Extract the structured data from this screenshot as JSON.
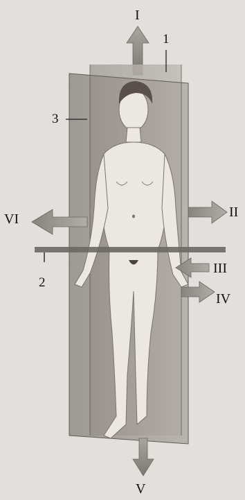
{
  "labels": {
    "axis_up": "I",
    "axis_right": "II",
    "axis_right_lower": "III",
    "axis_right_lowest": "IV",
    "axis_down": "V",
    "axis_left": "VI",
    "plane_1": "1",
    "plane_2": "2",
    "plane_3": "3"
  },
  "colors": {
    "background": "#e3e0db",
    "sagittal_plane": "#b3aca6",
    "frontal_plane": "#9a928b",
    "horizontal_plane": "#6d6863",
    "arrow": "#8f8984",
    "body": "#ece7e1"
  },
  "icons": [
    "arrow-up-icon",
    "arrow-right-icon",
    "arrow-left-icon",
    "arrow-down-icon"
  ]
}
